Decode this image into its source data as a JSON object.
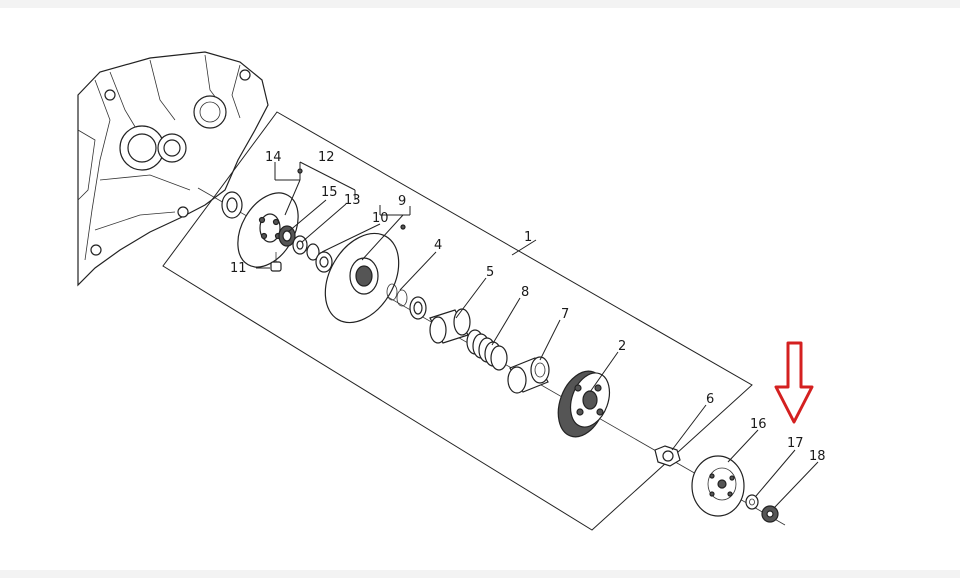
{
  "diagram": {
    "labels": {
      "p1": "1",
      "p2": "2",
      "p4": "4",
      "p5": "5",
      "p6": "6",
      "p7": "7",
      "p8": "8",
      "p9": "9",
      "p10": "10",
      "p11": "11",
      "p12": "12",
      "p13": "13",
      "p14": "14",
      "p15": "15",
      "p16": "16",
      "p17": "17",
      "p18": "18"
    },
    "colors": {
      "arrow": "#d42020",
      "line": "#222222",
      "background": "#ffffff"
    }
  }
}
